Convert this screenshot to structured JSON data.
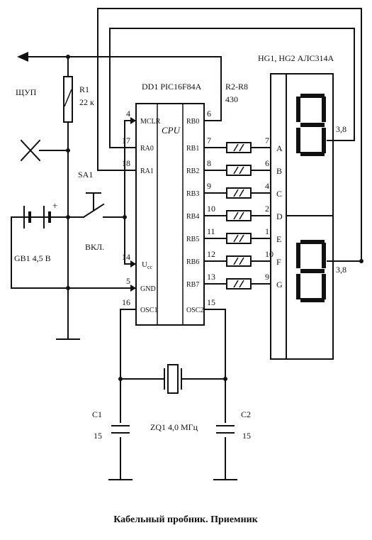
{
  "title": "Кабельный пробник. Приемник",
  "probe_label": "ЩУП",
  "r1": {
    "ref": "R1",
    "value": "22 к"
  },
  "sa1": "SA1",
  "switch_label": "ВКЛ.",
  "battery": "GB1 4,5 В",
  "battery_plus": "+",
  "mcu": {
    "ref": "DD1 PIC16F84A",
    "core_label": "CPU",
    "left_pins": [
      {
        "num": "4",
        "name": "MCLR"
      },
      {
        "num": "17",
        "name": "RA0"
      },
      {
        "num": "18",
        "name": "RA1"
      },
      {
        "num": "14",
        "name": "Ucc"
      },
      {
        "num": "5",
        "name": "GND"
      },
      {
        "num": "16",
        "name": "OSC1"
      }
    ],
    "right_pins": [
      {
        "num": "6",
        "name": "RB0"
      },
      {
        "num": "7",
        "name": "RB1"
      },
      {
        "num": "8",
        "name": "RB2"
      },
      {
        "num": "9",
        "name": "RB3"
      },
      {
        "num": "10",
        "name": "RB4"
      },
      {
        "num": "11",
        "name": "RB5"
      },
      {
        "num": "12",
        "name": "RB6"
      },
      {
        "num": "13",
        "name": "RB7"
      },
      {
        "num": "15",
        "name": "OSC2"
      }
    ]
  },
  "resistors": {
    "ref": "R2-R8",
    "value": "430"
  },
  "display": {
    "ref": "HG1, HG2 АЛС314А",
    "segments": [
      {
        "pin": "7",
        "name": "A"
      },
      {
        "pin": "6",
        "name": "B"
      },
      {
        "pin": "4",
        "name": "C"
      },
      {
        "pin": "2",
        "name": "D"
      },
      {
        "pin": "1",
        "name": "E"
      },
      {
        "pin": "10",
        "name": "F"
      },
      {
        "pin": "9",
        "name": "G"
      }
    ],
    "common_pins": [
      "3,8",
      "3,8"
    ]
  },
  "crystal": "ZQ1 4,0 МГц",
  "c1": {
    "ref": "C1",
    "value": "15"
  },
  "c2": {
    "ref": "C2",
    "value": "15"
  }
}
